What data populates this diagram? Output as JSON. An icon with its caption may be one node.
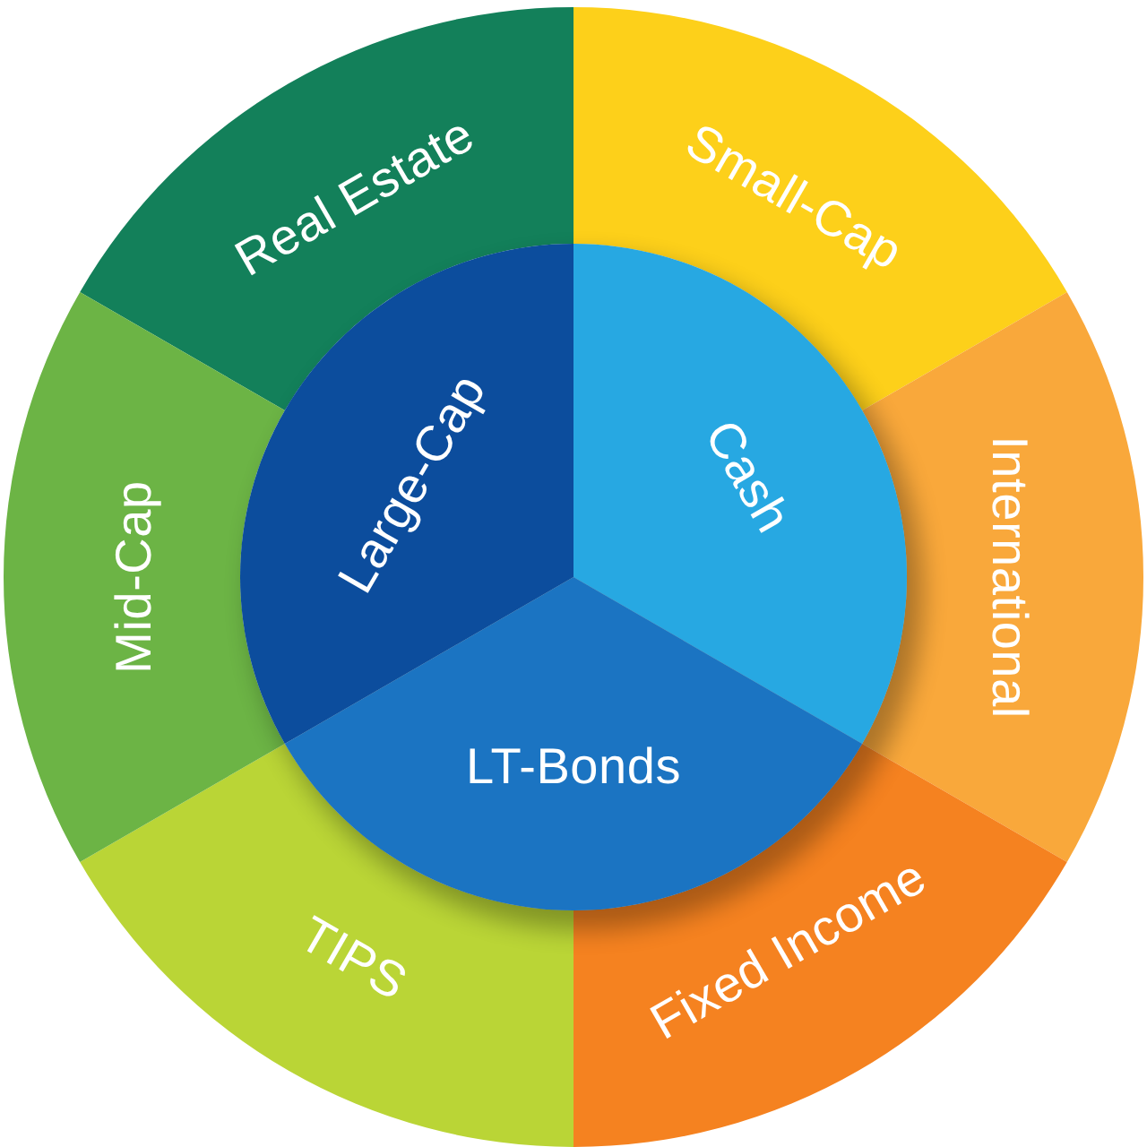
{
  "diagram": {
    "nodes": [
      {
        "text": [
          "Real Estate"
        ]
      },
      {
        "text": [
          "Small-Cap"
        ]
      },
      {
        "text": [
          "International"
        ]
      },
      {
        "text": [
          "Fixed Income"
        ]
      },
      {
        "text": [
          "TIPS"
        ]
      },
      {
        "text": [
          "Mid-Cap"
        ]
      },
      {
        "text": [
          "Large-Cap"
        ]
      },
      {
        "text": [
          "Cash"
        ]
      },
      {
        "text": [
          "LT-Bonds"
        ]
      }
    ]
  }
}
